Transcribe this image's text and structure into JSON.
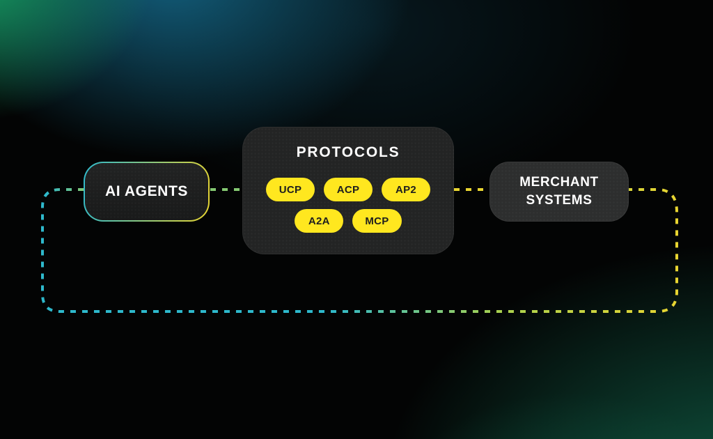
{
  "diagram": {
    "nodes": {
      "ai_agents": {
        "label": "AI AGENTS"
      },
      "protocols": {
        "title": "PROTOCOLS",
        "pills": [
          "UCP",
          "ACP",
          "AP2",
          "A2A",
          "MCP"
        ]
      },
      "merchant": {
        "label": "MERCHANT SYSTEMS"
      }
    },
    "connections": {
      "ai_to_protocols": "dashed-green",
      "protocols_to_merchant": "dashed-yellow",
      "merchant_to_ai_loop": "dashed cyan-to-yellow loop"
    },
    "colors": {
      "accent_cyan": "#2eb9cc",
      "accent_yellow": "#e8d531",
      "accent_green": "#84c871",
      "pill_yellow": "#ffe71f",
      "box_dark": "#232424",
      "glow_green": "#18a868",
      "glow_teal": "#156e91"
    }
  }
}
